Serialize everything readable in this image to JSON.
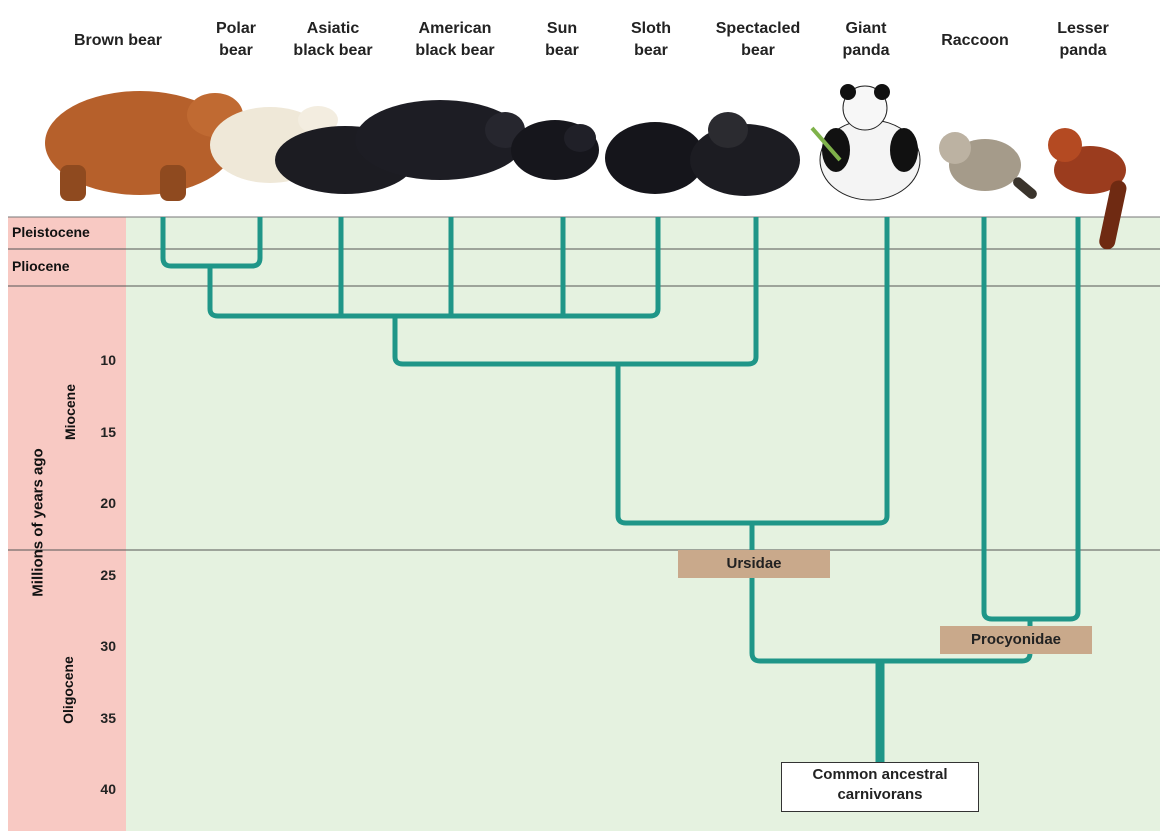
{
  "species": [
    {
      "id": "brown-bear",
      "label": "Brown bear"
    },
    {
      "id": "polar-bear",
      "label": "Polar\nbear"
    },
    {
      "id": "asiatic-black-bear",
      "label": "Asiatic\nblack bear"
    },
    {
      "id": "american-black-bear",
      "label": "American\nblack bear"
    },
    {
      "id": "sun-bear",
      "label": "Sun\nbear"
    },
    {
      "id": "sloth-bear",
      "label": "Sloth\nbear"
    },
    {
      "id": "spectacled-bear",
      "label": "Spectacled\nbear"
    },
    {
      "id": "giant-panda",
      "label": "Giant\npanda"
    },
    {
      "id": "raccoon",
      "label": "Raccoon"
    },
    {
      "id": "lesser-panda",
      "label": "Lesser\npanda"
    }
  ],
  "axis": {
    "title": "Millions of years ago",
    "ticks": [
      "10",
      "15",
      "20",
      "25",
      "30",
      "35",
      "40"
    ]
  },
  "epochs": {
    "pleistocene": "Pleistocene",
    "pliocene": "Pliocene",
    "miocene": "Miocene",
    "oligocene": "Oligocene"
  },
  "clades": {
    "ursidae": "Ursidae",
    "procyonidae": "Procyonidae"
  },
  "root": "Common ancestral\ncarnivorans",
  "colors": {
    "branch": "#1f9688",
    "epoch_band": "#f8c9c3",
    "background": "#e5f2e0",
    "clade_box": "#c9a98b"
  }
}
